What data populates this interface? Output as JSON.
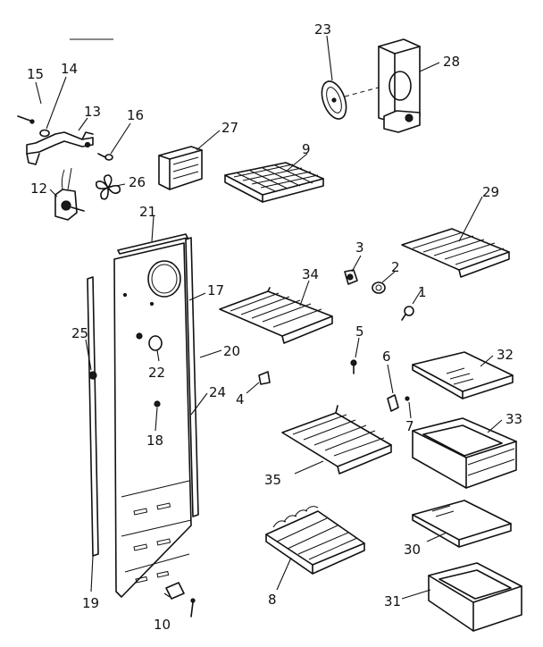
{
  "callouts": {
    "p1": "1",
    "p2": "2",
    "p3": "3",
    "p4": "4",
    "p5": "5",
    "p6": "6",
    "p7": "7",
    "p8": "8",
    "p9": "9",
    "p10": "10",
    "p12": "12",
    "p13": "13",
    "p14": "14",
    "p15": "15",
    "p16": "16",
    "p17": "17",
    "p18": "18",
    "p19": "19",
    "p20": "20",
    "p21": "21",
    "p22": "22",
    "p23": "23",
    "p24": "24",
    "p25": "25",
    "p26": "26",
    "p27": "27",
    "p28": "28",
    "p29": "29",
    "p30": "30",
    "p31": "31",
    "p32": "32",
    "p33": "33",
    "p34": "34",
    "p35": "35"
  },
  "colors": {
    "ink": "#111111",
    "paper": "#ffffff"
  }
}
